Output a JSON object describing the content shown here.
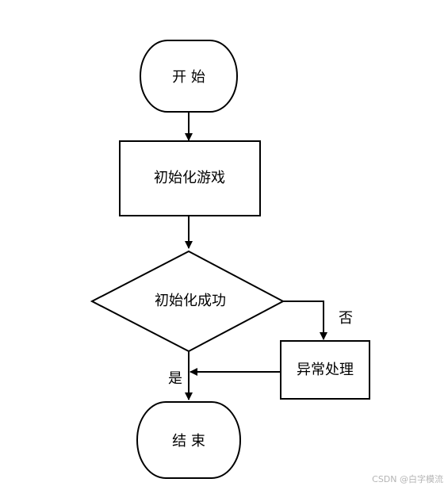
{
  "colors": {
    "stroke": "#000000",
    "fill": "#ffffff",
    "text": "#000000",
    "watermark": "#b5b5b5"
  },
  "nodes": {
    "start": {
      "label": "开 始"
    },
    "init_game": {
      "label": "初始化游戏"
    },
    "init_check": {
      "label": "初始化成功"
    },
    "exception": {
      "label": "异常处理"
    },
    "end": {
      "label": "结 束"
    }
  },
  "edges": {
    "no_label": "否",
    "yes_label": "是"
  },
  "watermark": "CSDN @白字模流"
}
